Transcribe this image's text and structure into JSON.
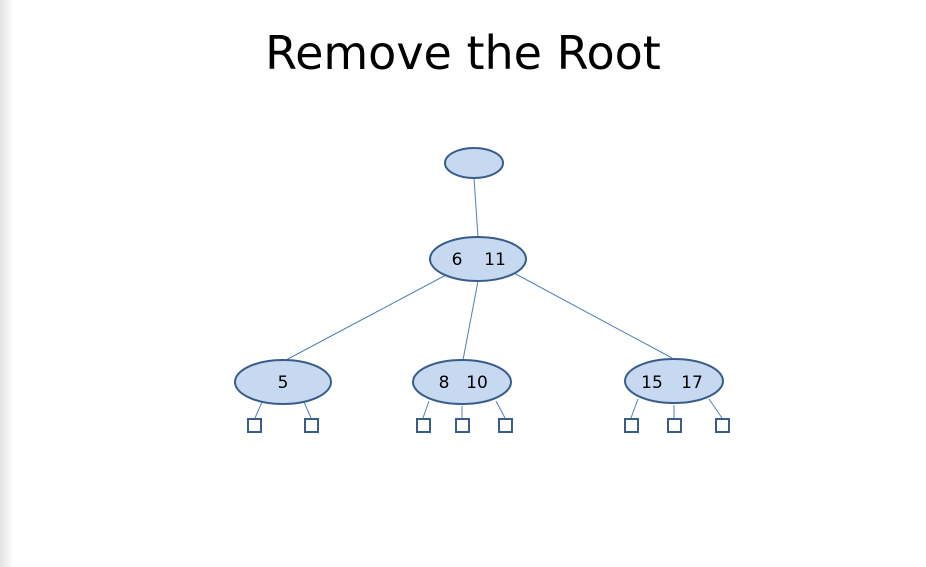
{
  "title": "Remove the Root",
  "tree": {
    "root": {
      "keys": []
    },
    "level1": {
      "keys": [
        "6",
        "11"
      ]
    },
    "children": [
      {
        "keys": [
          "5"
        ],
        "leaf_count": 2
      },
      {
        "keys": [
          "8",
          "10"
        ],
        "leaf_count": 3
      },
      {
        "keys": [
          "15",
          "17"
        ],
        "leaf_count": 3
      }
    ]
  },
  "colors": {
    "node_fill": "#c6d9f1",
    "node_stroke": "#385d8a",
    "edge": "#4f81bd"
  }
}
